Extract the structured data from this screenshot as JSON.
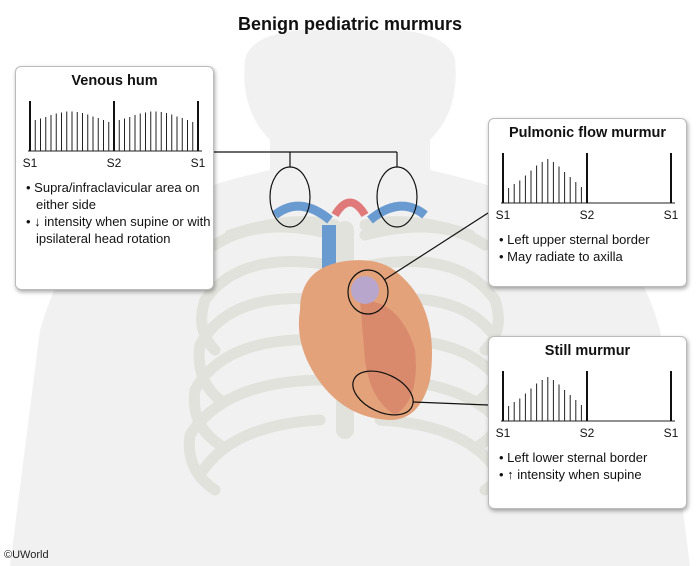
{
  "title": "Benign pediatric murmurs",
  "copyright": "©UWorld",
  "boxes": {
    "venous": {
      "title": "Venous hum",
      "labels": [
        "S1",
        "S2",
        "S1"
      ],
      "bullets": [
        "• Supra/infraclavicular area on either side",
        "• ↓ intensity when supine or with ipsilateral head rotation"
      ],
      "amplitudes": [
        0.62,
        0.65,
        0.68,
        0.72,
        0.75,
        0.77,
        0.79,
        0.79,
        0.78,
        0.76,
        0.73,
        0.69,
        0.66,
        0.62,
        0.58
      ]
    },
    "pulmonic": {
      "title": "Pulmonic flow murmur",
      "labels": [
        "S1",
        "S2",
        "S1"
      ],
      "bullets": [
        "• Left upper sternal border",
        "• May radiate to axilla"
      ],
      "amplitudes": [
        0.3,
        0.38,
        0.45,
        0.55,
        0.65,
        0.75,
        0.82,
        0.88,
        0.82,
        0.73,
        0.62,
        0.52,
        0.42,
        0.32
      ]
    },
    "still": {
      "title": "Still murmur",
      "labels": [
        "S1",
        "S2",
        "S1"
      ],
      "bullets": [
        "• Left lower sternal border",
        "• ↑ intensity when supine"
      ],
      "amplitudes": [
        0.3,
        0.38,
        0.45,
        0.55,
        0.65,
        0.75,
        0.82,
        0.88,
        0.82,
        0.73,
        0.62,
        0.52,
        0.42,
        0.32
      ]
    }
  }
}
